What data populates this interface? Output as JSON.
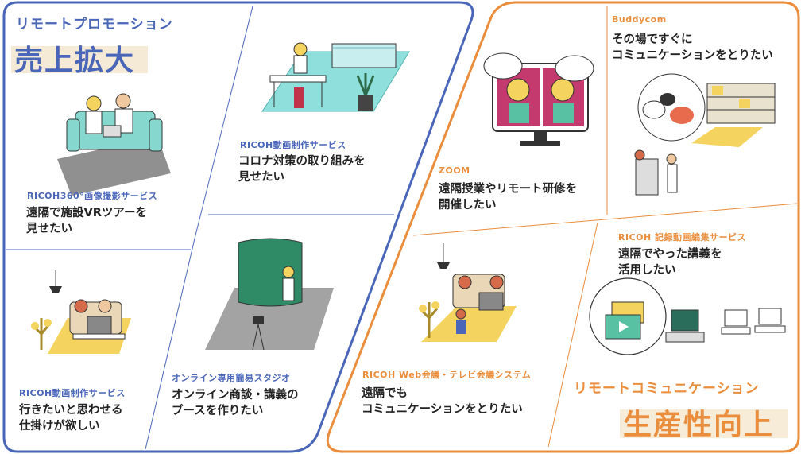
{
  "left_panel": {
    "subtitle": "リモートプロモーション",
    "title": "売上拡大",
    "items": [
      {
        "service": "RICOH360°画像撮影サービス",
        "desc": "遠隔で施設VRツアーを\n見せたい"
      },
      {
        "service": "RICOH動画制作サービス",
        "desc": "コロナ対策の取り組みを\n見せたい"
      },
      {
        "service": "RICOH動画制作サービス",
        "desc": "行きたいと思わせる\n仕掛けが欲しい"
      },
      {
        "service": "オンライン専用簡易スタジオ",
        "desc": "オンライン商談・講義の\nブースを作りたい"
      }
    ]
  },
  "right_panel": {
    "subtitle": "リモートコミュニケーション",
    "title": "生産性向上",
    "items": [
      {
        "service": "ZOOM",
        "desc": "遠隔授業やリモート研修を\n開催したい"
      },
      {
        "service": "Buddycom",
        "desc": "その場ですぐに\nコミュニケーションをとりたい"
      },
      {
        "service": "RICOH Web会議・テレビ会議システム",
        "desc": "遠隔でも\nコミュニケーションをとりたい"
      },
      {
        "service": "RICOH 記録動画編集サービス",
        "desc": "遠隔でやった講義を\n活用したい"
      }
    ]
  },
  "colors": {
    "blue": "#4a66b8",
    "orange": "#ea8d3c",
    "teal": "#7fd3cf",
    "gray": "#7d7d7d",
    "yellow": "#f4d35e"
  }
}
